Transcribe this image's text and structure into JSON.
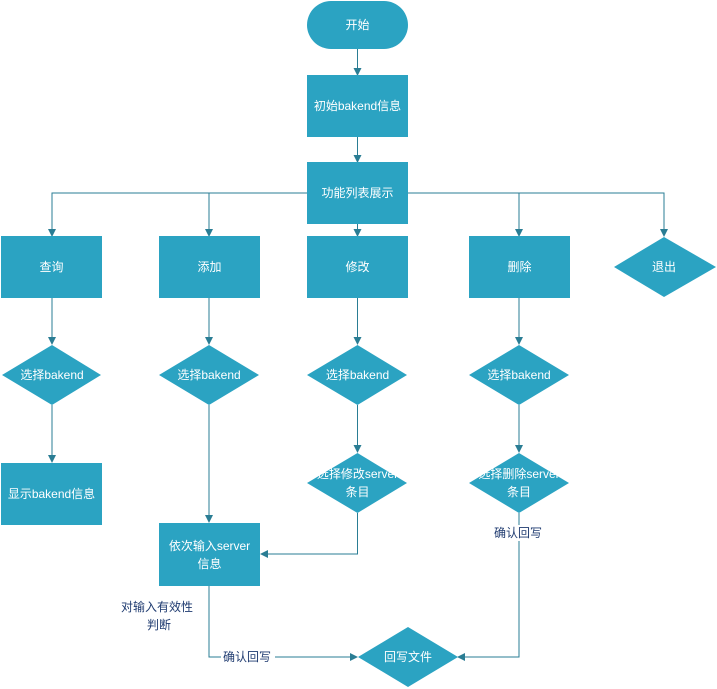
{
  "colors": {
    "node_fill": "#2ba3c2",
    "edge": "#2a7d94",
    "node_text": "#ffffff",
    "edge_text": "#1f3b70"
  },
  "nodes": {
    "start": "开始",
    "init": "初始bakend信息",
    "menu": "功能列表展示",
    "query": "查询",
    "add": "添加",
    "modify": "修改",
    "delete": "删除",
    "exit": "退出",
    "query_select": "选择bakend",
    "add_select": "选择bakend",
    "modify_select": "选择bakend",
    "delete_select": "选择bakend",
    "show_info": "显示bakend信息",
    "modify_server_line1": "选择修改server",
    "modify_server_line2": "条目",
    "delete_server_line1": "选择删除server",
    "delete_server_line2": "条目",
    "input_line1": "依次输入server",
    "input_line2": "信息",
    "write_file": "回写文件"
  },
  "edge_labels": {
    "validate_line1": "对输入有效性",
    "validate_line2": "判断",
    "confirm_left": "确认回写",
    "confirm_right": "确认回写"
  }
}
